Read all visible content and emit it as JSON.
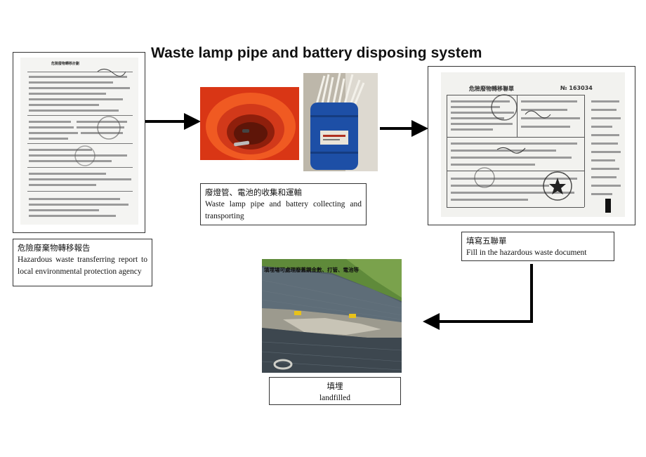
{
  "title": "Waste lamp pipe and battery disposing system",
  "steps": [
    {
      "id": "report",
      "zh": "危險廢棄物轉移報告",
      "en": "Hazardous waste transferring report to local environmental protection agency"
    },
    {
      "id": "collect",
      "zh": "廢燈管、電池的收集和運輸",
      "en": "Waste lamp pipe and battery collecting and transporting"
    },
    {
      "id": "document",
      "zh": "填寫五聯單",
      "en": "Fill in the hazardous waste document"
    },
    {
      "id": "landfill",
      "zh": "填埋",
      "en": "landfilled"
    }
  ],
  "images": {
    "report_doc_header": "危險廢物轉移計劃",
    "manifest_title": "危險廢物轉移聯單",
    "manifest_number": "№ 163034",
    "landfill_overlay": "填埋場可處理廢舊鋼金數、打管、電池等"
  },
  "colors": {
    "bucket_orange": "#e8401a",
    "barrel_blue": "#1d4fa6",
    "arrow": "#000000"
  }
}
